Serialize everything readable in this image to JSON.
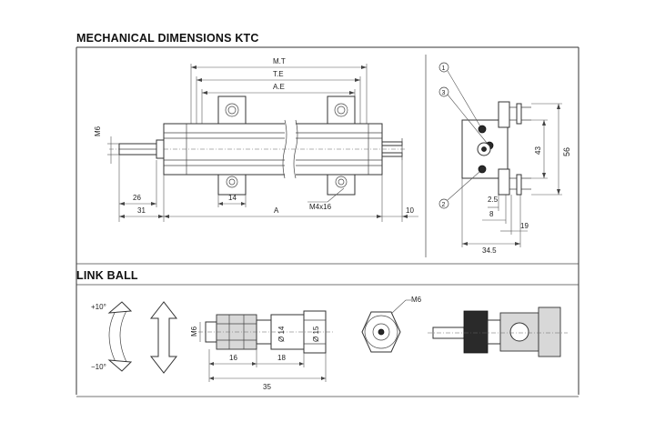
{
  "sections": {
    "mechanical_title": "MECHANICAL DIMENSIONS KTC",
    "link_ball_title": "LINK BALL"
  },
  "dimensions": {
    "mt": "M.T",
    "te": "T.E",
    "ae": "A.E",
    "m6": "M6",
    "d26": "26",
    "d31": "31",
    "d14": "14",
    "a": "A",
    "m4x16": "M4x16",
    "d10": "10",
    "c1": "1",
    "c3": "3",
    "c2": "2",
    "d43": "43",
    "d56": "56",
    "d25": "2.5",
    "d8": "8",
    "d19": "19",
    "d345": "34.5"
  },
  "link_ball": {
    "plus10": "+10°",
    "minus10": "−10°",
    "m6": "M6",
    "dia14": "Ø 14",
    "dia15": "Ø 15",
    "d16": "16",
    "d18": "18",
    "d35": "35",
    "m6_top": "M6"
  }
}
